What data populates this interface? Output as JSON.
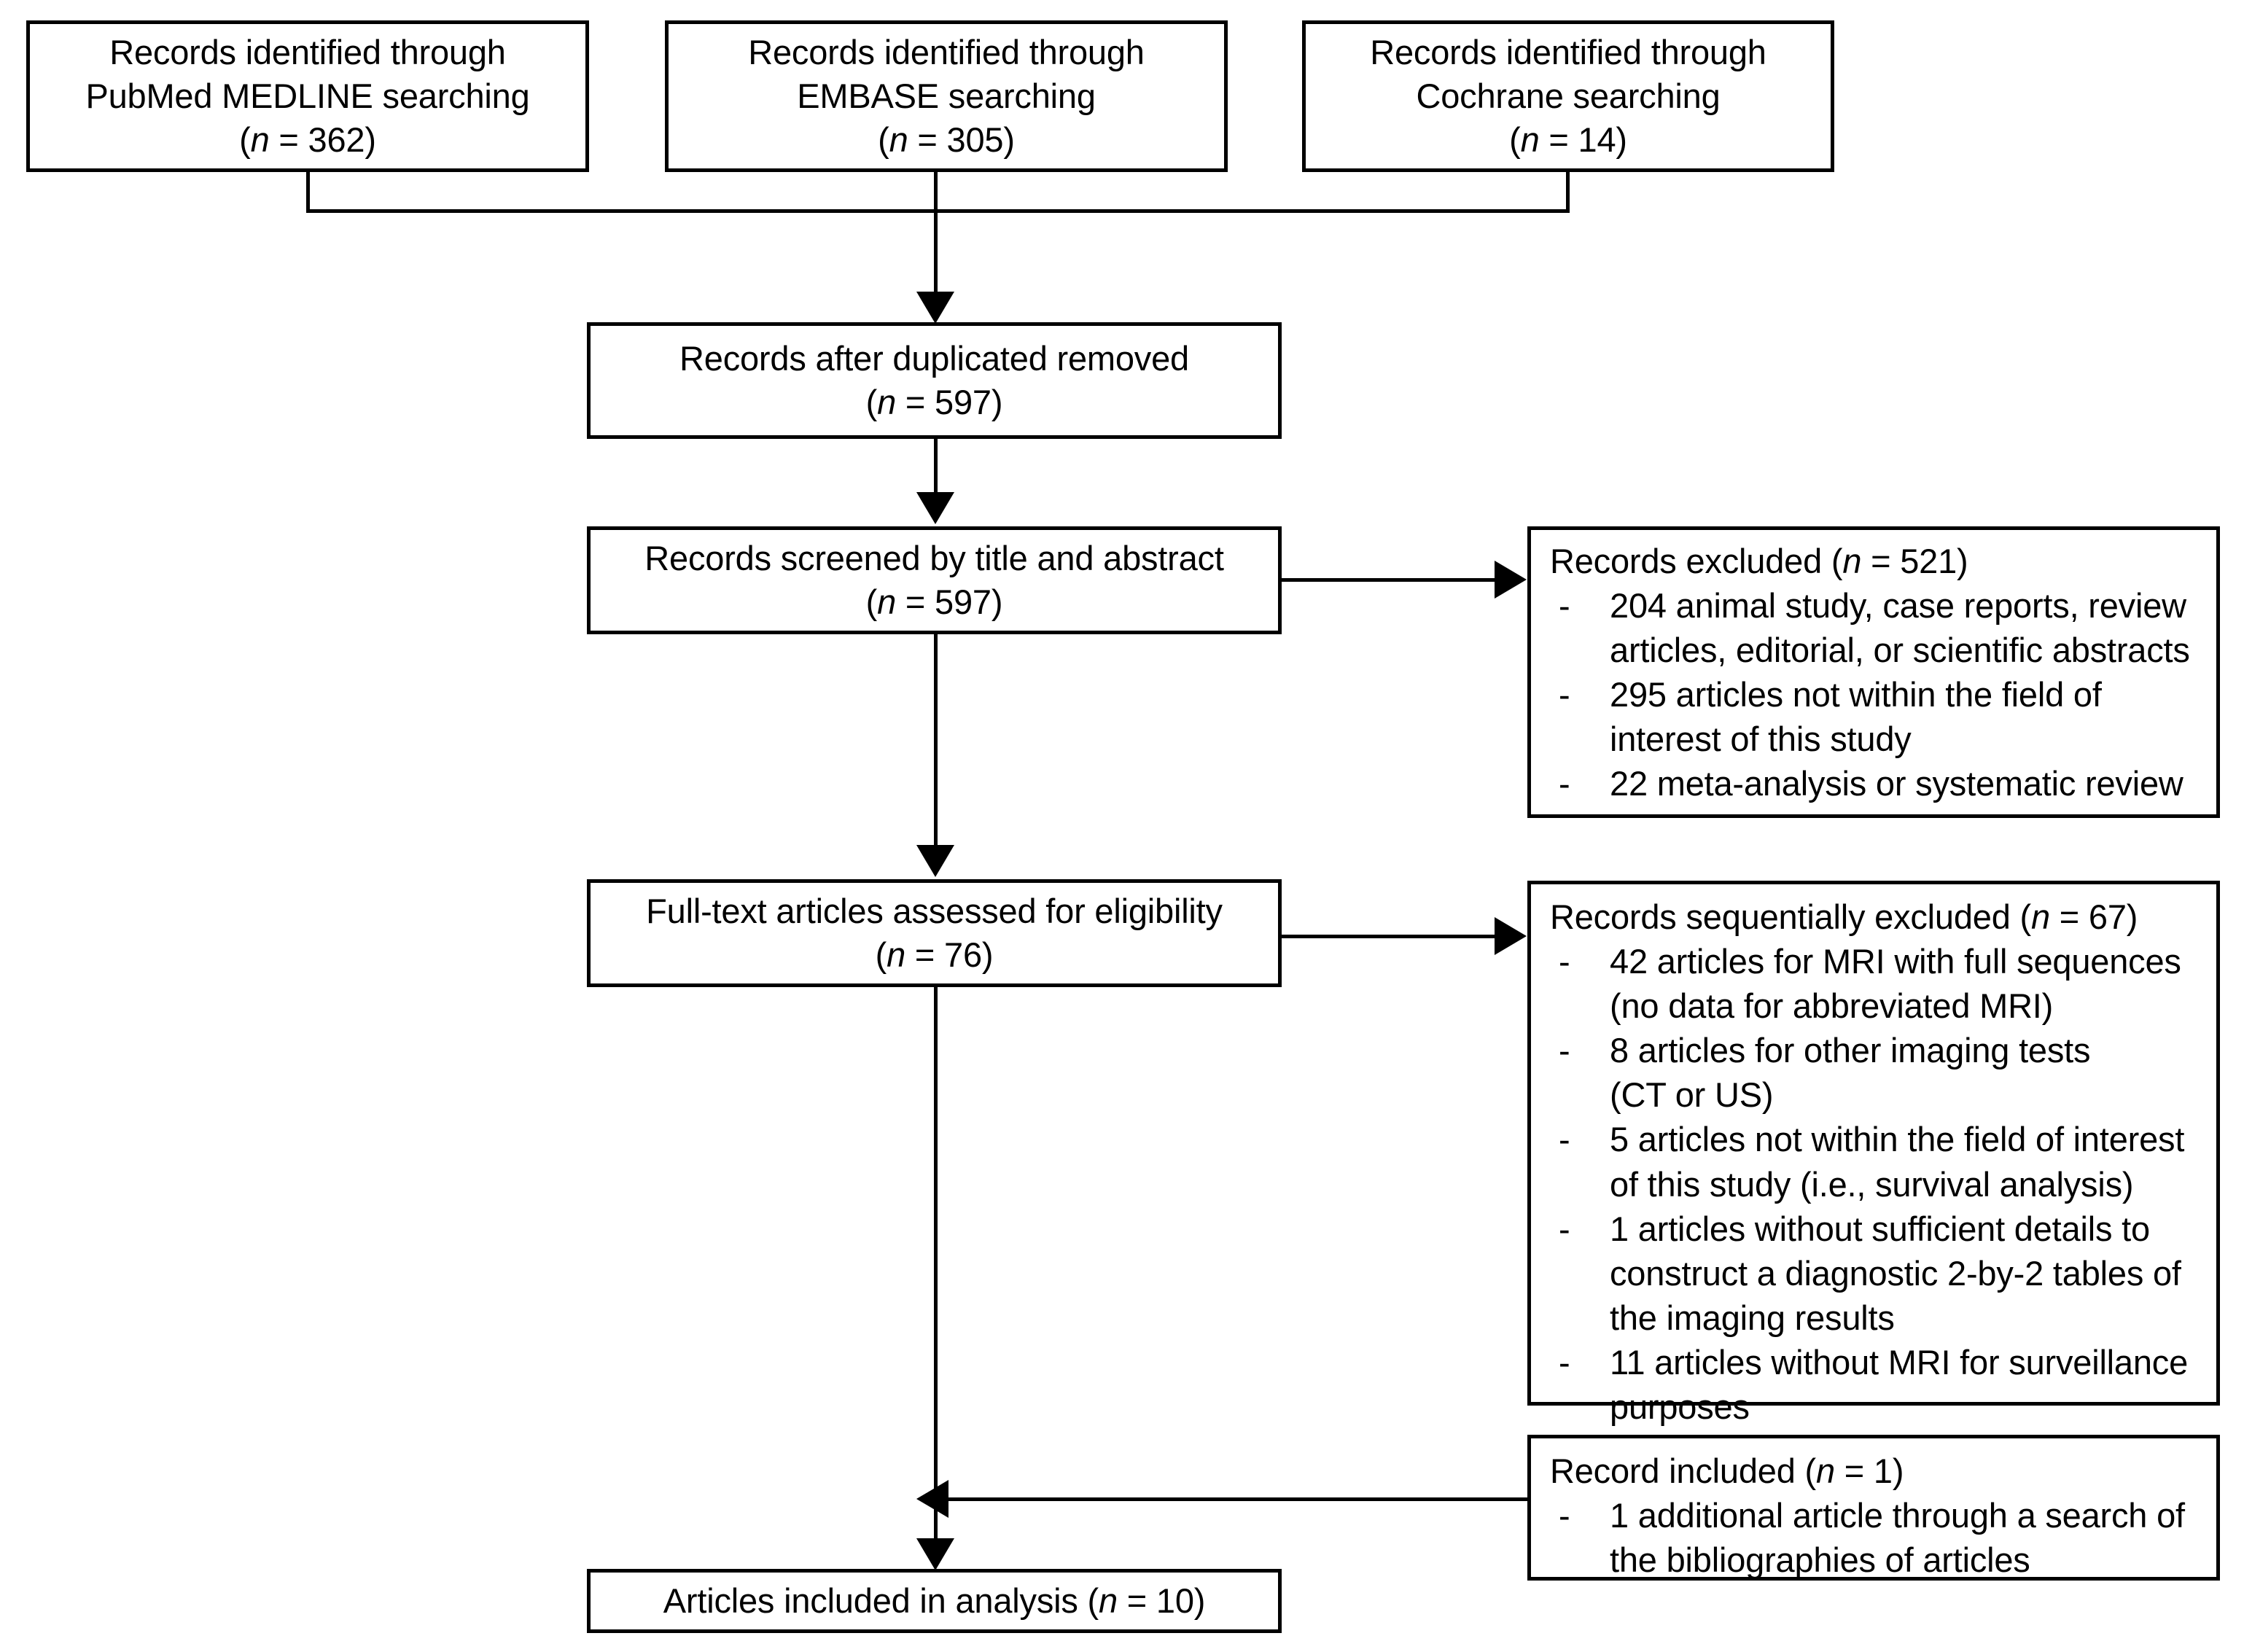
{
  "diagram": {
    "type": "prisma-flow-diagram",
    "title": "PRISMA study selection flow diagram"
  },
  "sources": [
    {
      "id": "pubmed",
      "line1": "Records identified through",
      "line2": "PubMed MEDLINE searching",
      "n_prefix": "(",
      "n_italic": "n",
      "n_suffix": " = 362)",
      "n": 362
    },
    {
      "id": "embase",
      "line1": "Records identified through",
      "line2": "EMBASE searching",
      "n_prefix": "(",
      "n_italic": "n",
      "n_suffix": " = 305)",
      "n": 305
    },
    {
      "id": "cochrane",
      "line1": "Records identified through",
      "line2": "Cochrane searching",
      "n_prefix": "(",
      "n_italic": "n",
      "n_suffix": " = 14)",
      "n": 14
    }
  ],
  "stages": {
    "dedup": {
      "label": "Records after duplicated removed",
      "n_italic": "n",
      "n_suffix": " = 597)",
      "n_prefix": "(",
      "n": 597
    },
    "screened": {
      "label": "Records screened by title and abstract",
      "n_prefix": "(",
      "n_italic": "n",
      "n_suffix": " = 597)",
      "n": 597
    },
    "fulltext": {
      "label": "Full-text articles assessed for eligibility",
      "n_prefix": "(",
      "n_italic": "n",
      "n_suffix": " = 76)",
      "n": 76
    },
    "included": {
      "label_before": "Articles included in analysis (",
      "n_italic": "n",
      "label_after": " = 10)",
      "n": 10
    }
  },
  "excluded_screening": {
    "heading_before": "Records excluded (",
    "heading_italic": "n",
    "heading_after": " = 521)",
    "n": 521,
    "items": [
      "204 animal study, case reports, review\narticles, editorial, or scientific abstracts",
      "295 articles not within the field of\ninterest of this study",
      "22 meta-analysis or systematic review"
    ],
    "bullet_char": "-"
  },
  "excluded_fulltext": {
    "heading_before": "Records sequentially excluded (",
    "heading_italic": "n",
    "heading_after": " = 67)",
    "n": 67,
    "items": [
      "42 articles for MRI with full sequences\n(no data for abbreviated MRI)",
      "8 articles for other imaging tests\n (CT or US)",
      "5 articles not within the field of interest\nof this study (i.e., survival analysis)",
      "1 articles without sufficient details to\nconstruct a diagnostic 2-by-2 tables of\nthe imaging results",
      "11 articles without MRI for surveillance\npurposes"
    ],
    "bullet_char": "-"
  },
  "record_included": {
    "heading_before": "Record included (",
    "heading_italic": "n",
    "heading_after": " = 1)",
    "n": 1,
    "items": [
      "1 additional article through  a search of\nthe bibliographies of articles"
    ],
    "bullet_char": "-"
  },
  "colors": {
    "stroke": "#000000",
    "fill": "#ffffff",
    "text": "#000000"
  }
}
